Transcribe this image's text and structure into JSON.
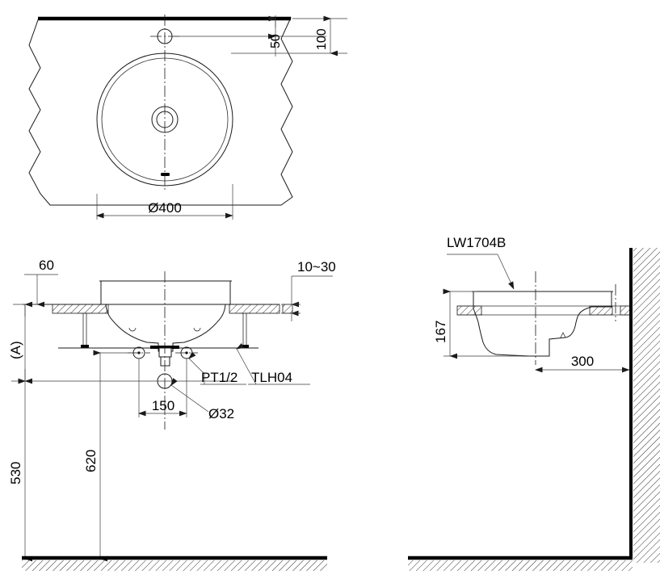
{
  "drawing": {
    "title_code": "LW1704B",
    "views": {
      "plan": {
        "name": "plan-view",
        "dims": [
          {
            "id": "diameter-400",
            "label": "Ø400"
          },
          {
            "id": "offset-50",
            "label": "50"
          },
          {
            "id": "offset-100",
            "label": "100"
          }
        ]
      },
      "front_section": {
        "name": "front-section-view",
        "dims": [
          {
            "id": "counter-overhang-60",
            "label": "60"
          },
          {
            "id": "counter-thickness-10-30",
            "label": "10~30"
          },
          {
            "id": "height-A",
            "label": "(A)"
          },
          {
            "id": "height-530",
            "label": "530"
          },
          {
            "id": "height-620",
            "label": "620"
          },
          {
            "id": "spacing-150",
            "label": "150"
          }
        ],
        "callouts": [
          {
            "id": "pipe-thread",
            "label": "PT1/2"
          },
          {
            "id": "trap-model",
            "label": "TLH04"
          },
          {
            "id": "hole-diameter",
            "label": "Ø32"
          }
        ]
      },
      "side_section": {
        "name": "side-section-view",
        "dims": [
          {
            "id": "basin-depth-167",
            "label": "167"
          },
          {
            "id": "wall-offset-300",
            "label": "300"
          }
        ],
        "callouts": [
          {
            "id": "product-model",
            "label": "LW1704B"
          }
        ]
      }
    },
    "colors": {
      "line": "#1a1a1a",
      "heavy": "#000000",
      "background": "#ffffff"
    }
  }
}
